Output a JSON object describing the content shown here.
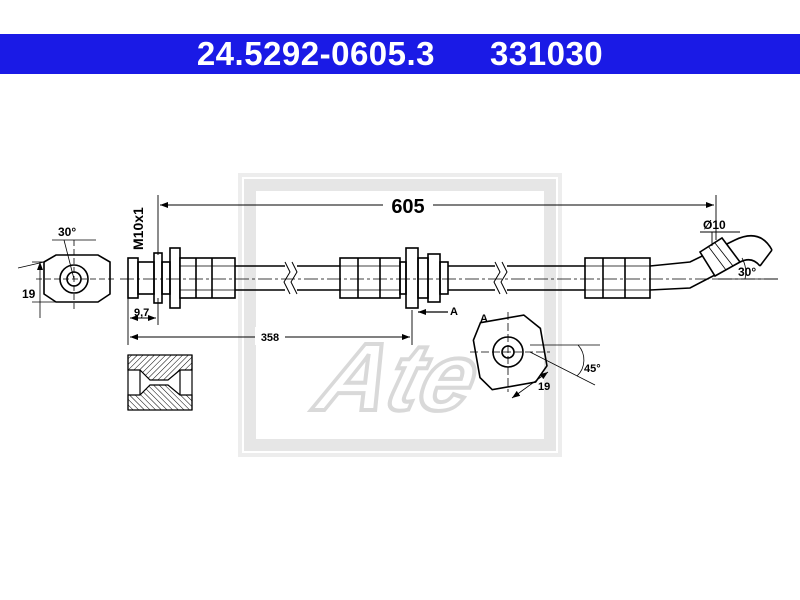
{
  "header": {
    "part_number": "24.5292-0605.3",
    "reference_number": "331030",
    "bar_color": "#1a1ae6"
  },
  "drawing": {
    "watermark": "Ate",
    "thread_label": "M10x1",
    "overall_length": "605",
    "partial_length": "358",
    "fitting_length": "9,7",
    "left_angle": "30°",
    "left_width": "19",
    "pipe_diameter": "Ø10",
    "bend_angle": "30°",
    "section_marker": "A",
    "section_title": "A",
    "section_width": "19",
    "section_angle": "45°"
  }
}
